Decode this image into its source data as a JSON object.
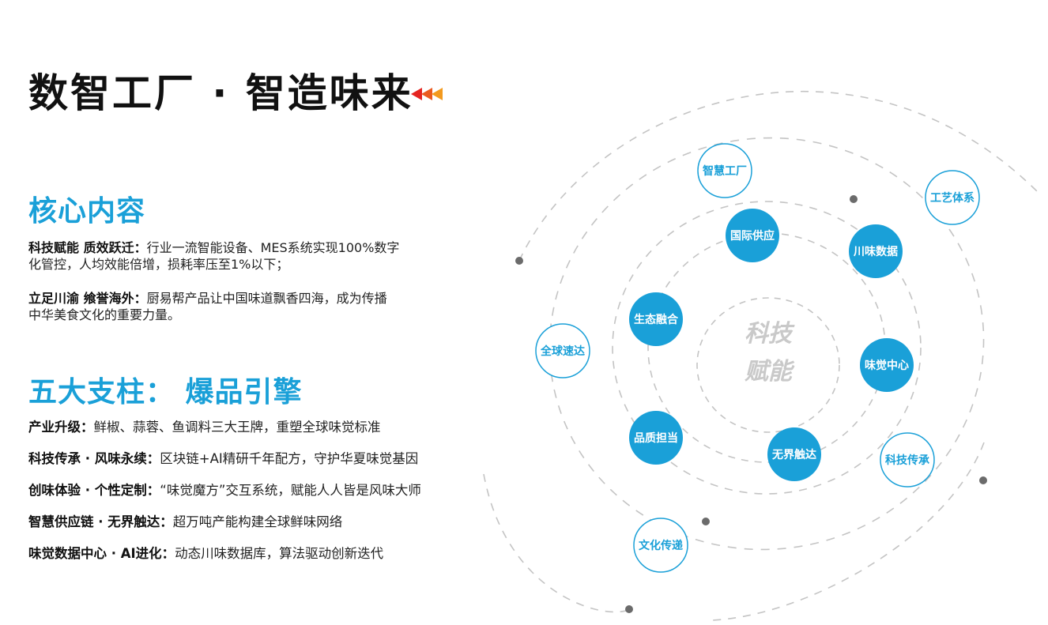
{
  "header": {
    "title": "数智工厂 · 智造味来"
  },
  "core": {
    "heading": "核心内容",
    "items": [
      {
        "label": "科技赋能 质效跃迁：",
        "line1": "行业一流智能设备、MES系统实现100%数字",
        "line2": "化管控，人均效能倍增，损耗率压至1%以下；"
      },
      {
        "label": "立足川渝 飨誉海外：",
        "line1": "厨易帮产品让中国味道飘香四海，成为传播",
        "line2": "中华美食文化的重要力量。"
      }
    ]
  },
  "pillars": {
    "heading": "五大支柱：  爆品引擎",
    "items": [
      {
        "label": "产业升级：",
        "text": "鲜椒、蒜蓉、鱼调料三大王牌，重塑全球味觉标准"
      },
      {
        "label": "科技传承 · 风味永续：",
        "text": "区块链+AI精研千年配方，守护华夏味觉基因"
      },
      {
        "label": "创味体验 · 个性定制：",
        "text": "“味觉魔方”交互系统，赋能人人皆是风味大师"
      },
      {
        "label": "智慧供应链 · 无界触达：",
        "text": "超万吨产能构建全球鲜味网络"
      },
      {
        "label": "味觉数据中心 · AI进化：",
        "text": "动态川味数据库，算法驱动创新迭代"
      }
    ]
  },
  "diagram": {
    "center_line1": "科技",
    "center_line2": "赋能",
    "inner_nodes": [
      "国际供应",
      "川味数据",
      "生态融合",
      "味觉中心",
      "品质担当",
      "无界触达"
    ],
    "outer_nodes": [
      "智慧工厂",
      "工艺体系",
      "全球速达",
      "科技传承",
      "文化传递"
    ]
  },
  "colors": {
    "accent": "#1aa0d8",
    "arrow_red": "#e52421",
    "arrow_orange": "#f39a1e",
    "dash": "#c4c4c4"
  }
}
